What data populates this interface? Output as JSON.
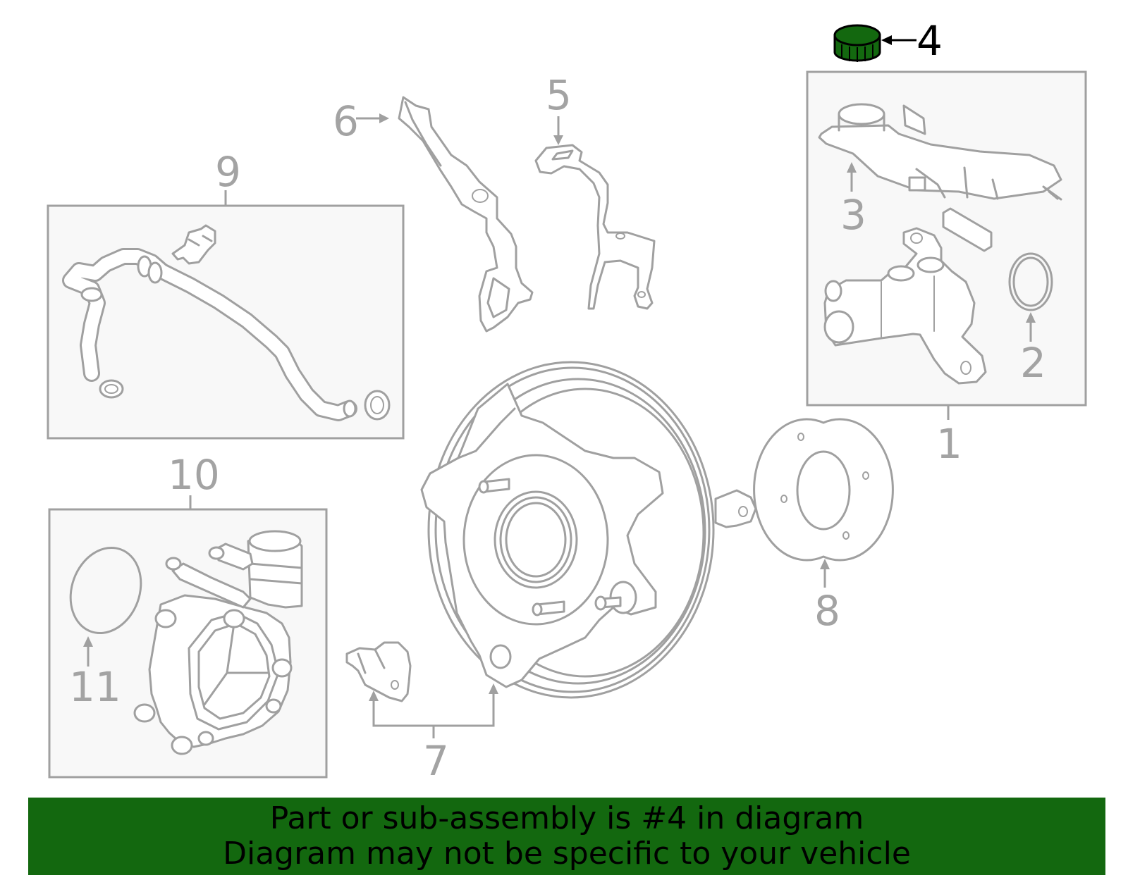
{
  "callouts": {
    "c1": "1",
    "c2": "2",
    "c3": "3",
    "c4": "4",
    "c5": "5",
    "c6": "6",
    "c7": "7",
    "c8": "8",
    "c9": "9",
    "c10": "10",
    "c11": "11"
  },
  "highlight": {
    "part": "4",
    "color": "#13680f"
  },
  "banner": {
    "line1": "Part or sub-assembly is #4 in diagram",
    "line2": "Diagram may not be specific to your vehicle",
    "color": "#13680f"
  }
}
